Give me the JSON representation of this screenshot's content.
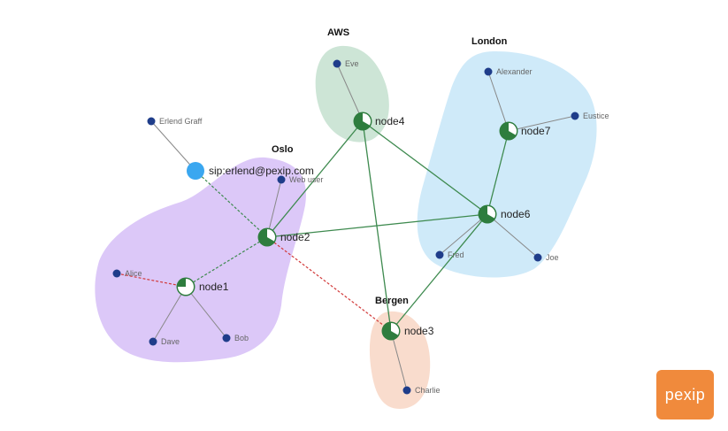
{
  "regions": [
    {
      "id": "oslo",
      "label": "Oslo",
      "color": "#dcc8f8"
    },
    {
      "id": "aws",
      "label": "AWS",
      "color": "#cde5d6"
    },
    {
      "id": "london",
      "label": "London",
      "color": "#cfeaf9"
    },
    {
      "id": "bergen",
      "label": "Bergen",
      "color": "#f9dccd"
    }
  ],
  "nodes": [
    {
      "id": "node1",
      "label": "node1"
    },
    {
      "id": "node2",
      "label": "node2"
    },
    {
      "id": "node3",
      "label": "node3"
    },
    {
      "id": "node4",
      "label": "node4"
    },
    {
      "id": "node6",
      "label": "node6"
    },
    {
      "id": "node7",
      "label": "node7"
    }
  ],
  "users": [
    {
      "id": "eve",
      "label": "Eve"
    },
    {
      "id": "alexander",
      "label": "Alexander"
    },
    {
      "id": "eustice",
      "label": "Eustice"
    },
    {
      "id": "erlend-graff",
      "label": "Erlend Graff"
    },
    {
      "id": "web-user",
      "label": "Web user"
    },
    {
      "id": "fred",
      "label": "Fred"
    },
    {
      "id": "joe",
      "label": "Joe"
    },
    {
      "id": "alice",
      "label": "Alice"
    },
    {
      "id": "dave",
      "label": "Dave"
    },
    {
      "id": "bob",
      "label": "Bob"
    },
    {
      "id": "charlie",
      "label": "Charlie"
    }
  ],
  "sip_endpoint": {
    "id": "sip",
    "label": "sip:erlend@pexip.com"
  },
  "logo": {
    "text": "pexip"
  },
  "colors": {
    "node": "#2e7d3e",
    "user": "#1f3d8a",
    "sip": "#3aa7f0",
    "link_solid": "#3e8a4f",
    "link_dashed_green": "#3e8a4f",
    "link_dashed_red": "#d23a3a",
    "link_gray": "#888888"
  }
}
